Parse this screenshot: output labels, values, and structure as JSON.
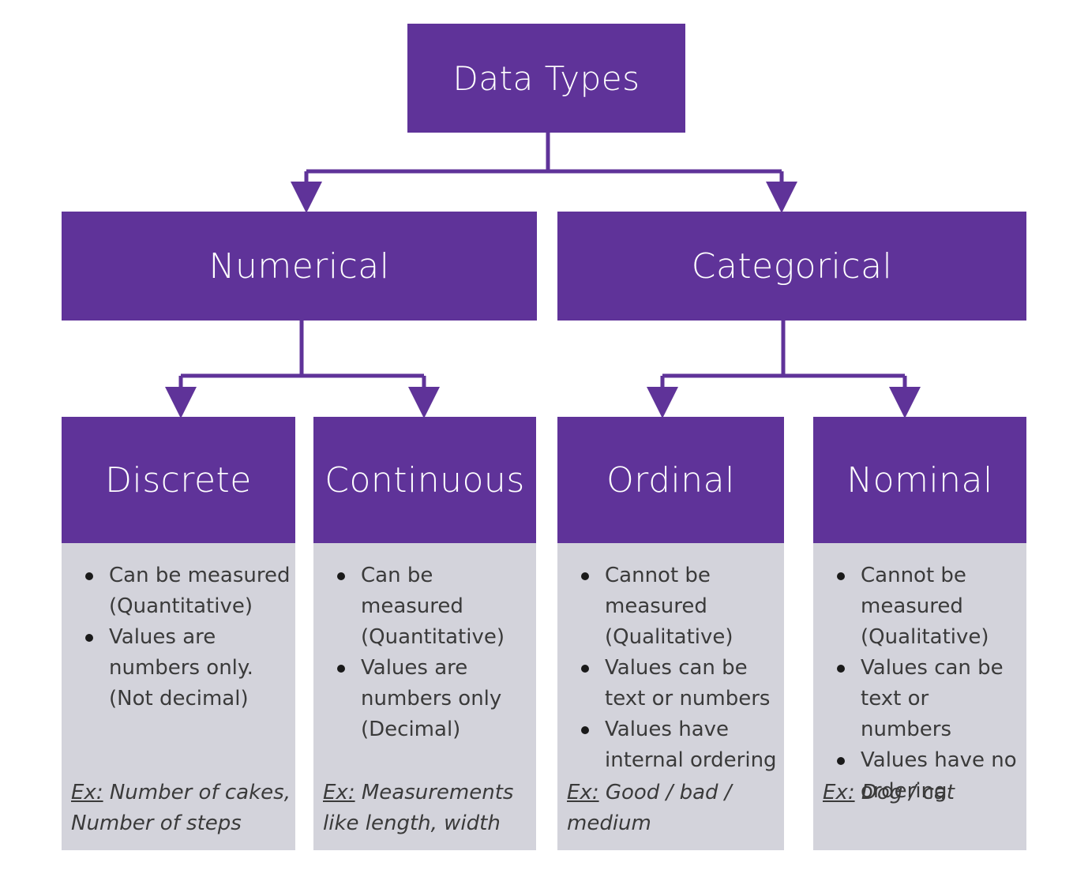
{
  "colors": {
    "box": "#5f3399",
    "body": "#d3d3db",
    "connector": "#5f3399",
    "text_light": "#ffffff",
    "text_dark": "#3a3a3a"
  },
  "root": {
    "label": "Data Types"
  },
  "categories": [
    {
      "label": "Numerical"
    },
    {
      "label": "Categorical"
    }
  ],
  "leaves": [
    {
      "title": "Discrete",
      "bullets": [
        "Can be measured (Quantitative)",
        "Values are numbers only. (Not decimal)"
      ],
      "example_label": "Ex:",
      "example_text": " Number of cakes, Number of steps"
    },
    {
      "title": "Continuous",
      "bullets": [
        "Can be measured (Quantitative)",
        "Values are numbers only (Decimal)"
      ],
      "example_label": "Ex:",
      "example_text": " Measurements like length, width"
    },
    {
      "title": "Ordinal",
      "bullets": [
        "Cannot be measured (Qualitative)",
        "Values can be text or numbers",
        "Values have internal ordering"
      ],
      "example_label": "Ex:",
      "example_text": " Good / bad / medium"
    },
    {
      "title": "Nominal",
      "bullets": [
        "Cannot be measured (Qualitative)",
        "Values can be text or numbers",
        "Values have no ordering"
      ],
      "example_label": "Ex:",
      "example_text": " Dog / cat"
    }
  ]
}
